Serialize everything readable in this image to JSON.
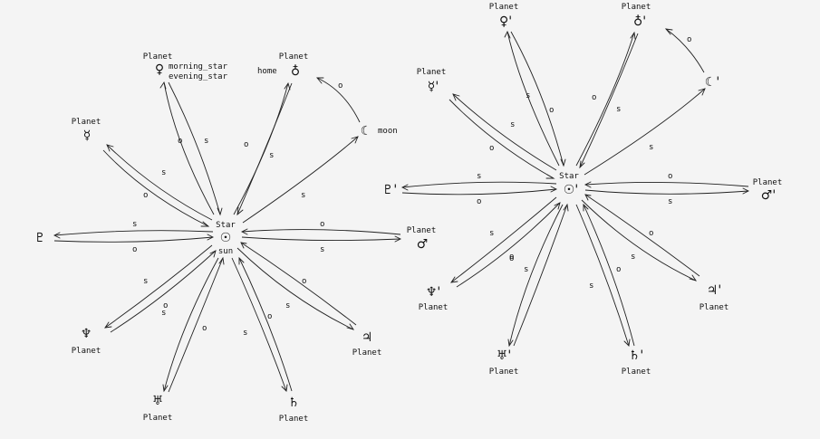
{
  "arrow_labels": {
    "s": "s",
    "o": "o"
  },
  "left_diagram": {
    "center": {
      "type": "Star",
      "symbol": "☉",
      "name": "sun"
    },
    "nodes": [
      {
        "id": "venus",
        "type": "Planet",
        "symbol": "♀",
        "names": [
          "morning_star",
          "evening_star"
        ]
      },
      {
        "id": "earth",
        "type": "Planet",
        "symbol": "♁",
        "names": [
          "home"
        ]
      },
      {
        "id": "mercury",
        "type": "Planet",
        "symbol": "☿",
        "names": []
      },
      {
        "id": "moon",
        "type": "",
        "symbol": "☾",
        "names": [
          "moon"
        ]
      },
      {
        "id": "pluto",
        "type": "",
        "symbol": "♇",
        "names": []
      },
      {
        "id": "mars",
        "type": "Planet",
        "symbol": "♂",
        "names": []
      },
      {
        "id": "neptune",
        "type": "Planet",
        "symbol": "♆",
        "names": []
      },
      {
        "id": "jupiter",
        "type": "Planet",
        "symbol": "♃",
        "names": []
      },
      {
        "id": "uranus",
        "type": "Planet",
        "symbol": "♅",
        "names": []
      },
      {
        "id": "saturn",
        "type": "Planet",
        "symbol": "♄",
        "names": []
      }
    ]
  },
  "right_diagram": {
    "center": {
      "type": "Star",
      "symbol": "☉'"
    },
    "nodes": [
      {
        "id": "venus",
        "type": "Planet",
        "symbol": "♀'"
      },
      {
        "id": "earth",
        "type": "Planet",
        "symbol": "♁'"
      },
      {
        "id": "mercury",
        "type": "Planet",
        "symbol": "☿'"
      },
      {
        "id": "moon",
        "type": "",
        "symbol": "☾'"
      },
      {
        "id": "pluto",
        "type": "",
        "symbol": "♇'"
      },
      {
        "id": "mars",
        "type": "Planet",
        "symbol": "♂'"
      },
      {
        "id": "neptune",
        "type": "Planet",
        "symbol": "♆'"
      },
      {
        "id": "jupiter",
        "type": "Planet",
        "symbol": "♃'"
      },
      {
        "id": "uranus",
        "type": "Planet",
        "symbol": "♅'"
      },
      {
        "id": "saturn",
        "type": "Planet",
        "symbol": "♄'"
      }
    ]
  }
}
